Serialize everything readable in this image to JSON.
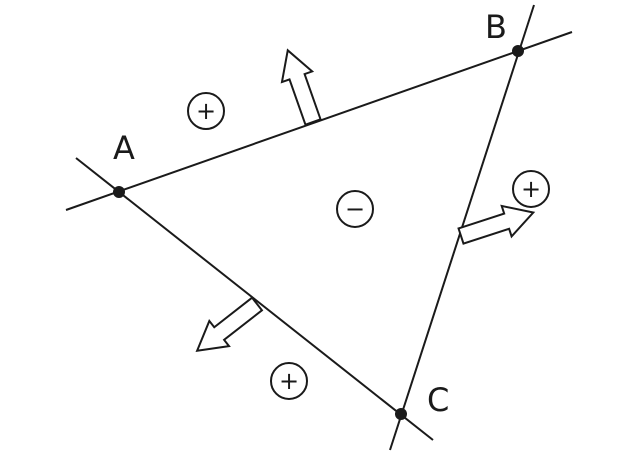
{
  "vertices": {
    "a": "A",
    "b": "B",
    "c": "C"
  },
  "regions": {
    "outside_ab": "+",
    "outside_bc": "+",
    "outside_ca": "+",
    "inside": "−"
  },
  "colors": {
    "ink": "#1a1a1a",
    "background": "#ffffff"
  }
}
